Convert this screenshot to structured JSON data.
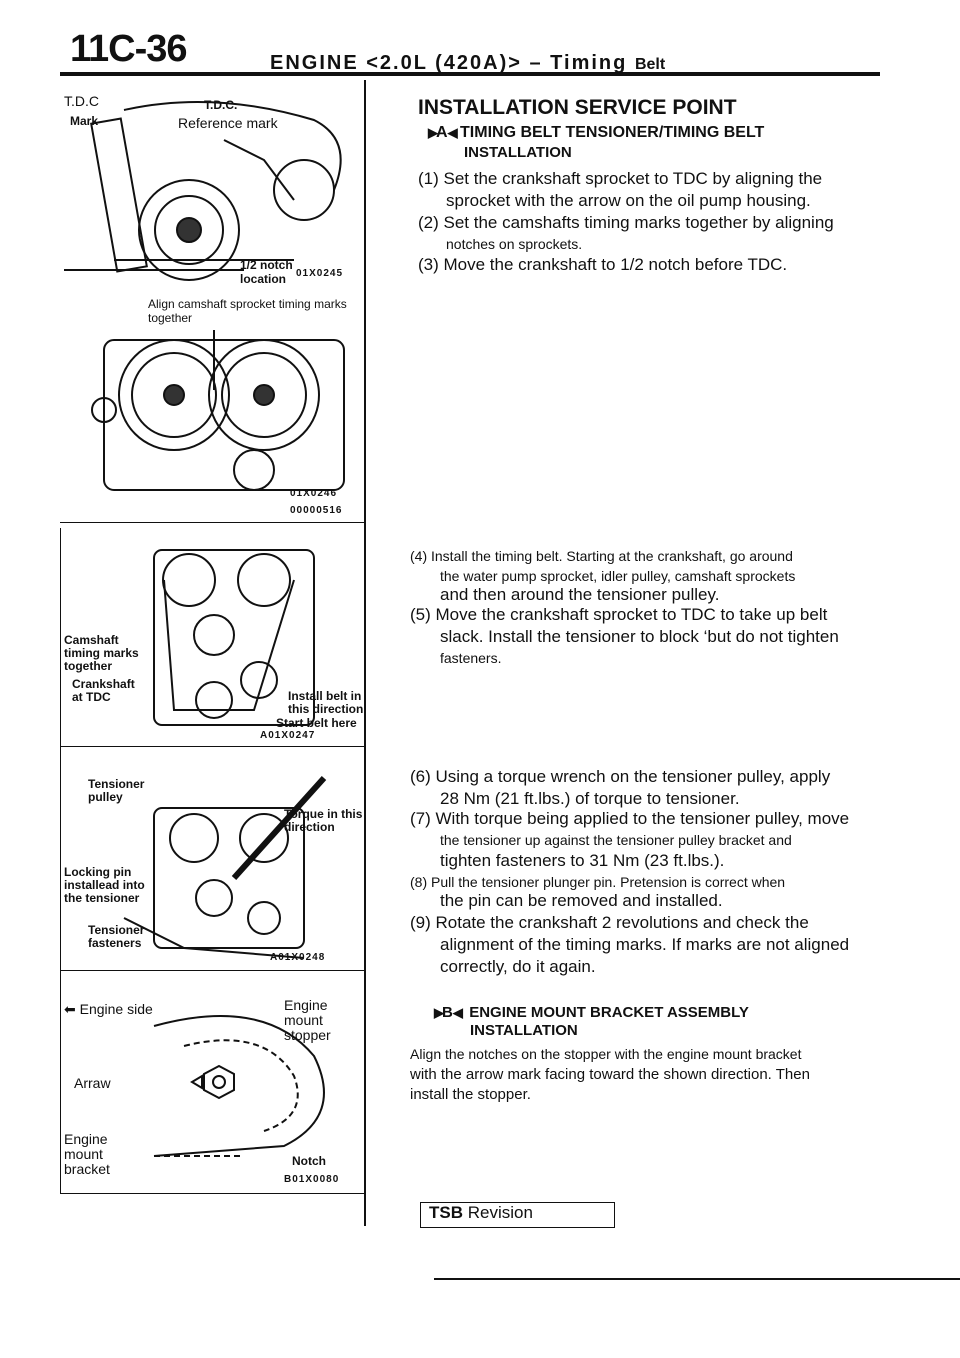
{
  "header": {
    "page_number": "11C-36",
    "title_main": "ENGINE <2.0L (420A)> – Timing",
    "title_tail": "Belt"
  },
  "figures": {
    "fig1": {
      "label_tdc": "T.D.C",
      "label_mark": "Mark",
      "label_tdc2": "T.D.C.",
      "label_ref": "Reference mark",
      "label_notch": "1/2 notch",
      "label_location": "location",
      "code": "01X0245"
    },
    "fig2": {
      "caption": "Align camshaft sprocket timing marks together",
      "code_a": "01X0246",
      "code_b": "00000516"
    },
    "fig3": {
      "label_cam": "Camshaft timing marks together",
      "label_crank": "Crankshaft at TDC",
      "label_install": "Install belt in this direction",
      "label_start": "Start belt here",
      "code": "A01X0247"
    },
    "fig4": {
      "label_pulley": "Tensioner pulley",
      "label_torque": "Torque in this direction",
      "label_pin": "Locking pin installead into the tensioner",
      "label_fasteners": "Tensioner fasteners",
      "code": "A01X0248"
    },
    "fig5": {
      "label_engine_side": "Engine side",
      "label_mount_stopper": "Engine mount stopper",
      "label_arrow": "Arraw",
      "label_mount_bracket": "Engine mount bracket",
      "label_notch": "Notch",
      "code": "B01X0080"
    }
  },
  "content": {
    "heading": "INSTALLATION SERVICE POINT",
    "section_a": {
      "marker": "A",
      "title_line1": "TIMING BELT TENSIONER/TIMING BELT",
      "title_line2": "INSTALLATION"
    },
    "steps_a": [
      "(1) Set the crankshaft sprocket to TDC by aligning the",
      "sprocket with the arrow on the oil pump housing.",
      "(2) Set the camshafts timing marks together by aligning",
      "notches on sprockets.",
      "(3) Move the crankshaft to 1/2 notch before TDC."
    ],
    "steps_b": [
      "(4) Install the timing belt. Starting at the crankshaft, go around",
      "the water pump sprocket, idler pulley, camshaft sprockets",
      "and then around the tensioner pulley.",
      "(5) Move the crankshaft sprocket to TDC to take up belt",
      "slack. Install the tensioner to block ‘but do not tighten",
      "fasteners."
    ],
    "steps_c": [
      "(6) Using a torque wrench on the tensioner pulley, apply",
      "28 Nm (21 ft.lbs.) of torque to tensioner.",
      "(7) With torque being applied to the tensioner pulley, move",
      "the tensioner up against the tensioner pulley bracket and",
      "tighten fasteners to 31 Nm (23 ft.lbs.).",
      "(8) Pull the tensioner plunger pin. Pretension is correct when",
      "the pin can be removed and installed.",
      "(9) Rotate the crankshaft 2 revolutions and check the",
      "alignment of the timing marks. If marks are not aligned",
      "correctly, do it again."
    ],
    "section_b": {
      "marker": "B",
      "title_line1": "ENGINE MOUNT BRACKET ASSEMBLY",
      "title_line2": "INSTALLATION"
    },
    "steps_d": [
      "Align the notches on the stopper with the engine mount bracket",
      "with the arrow mark facing toward the shown direction. Then",
      "install the stopper."
    ]
  },
  "footer": {
    "tsb_bold": "TSB",
    "tsb_text": "Revision"
  }
}
